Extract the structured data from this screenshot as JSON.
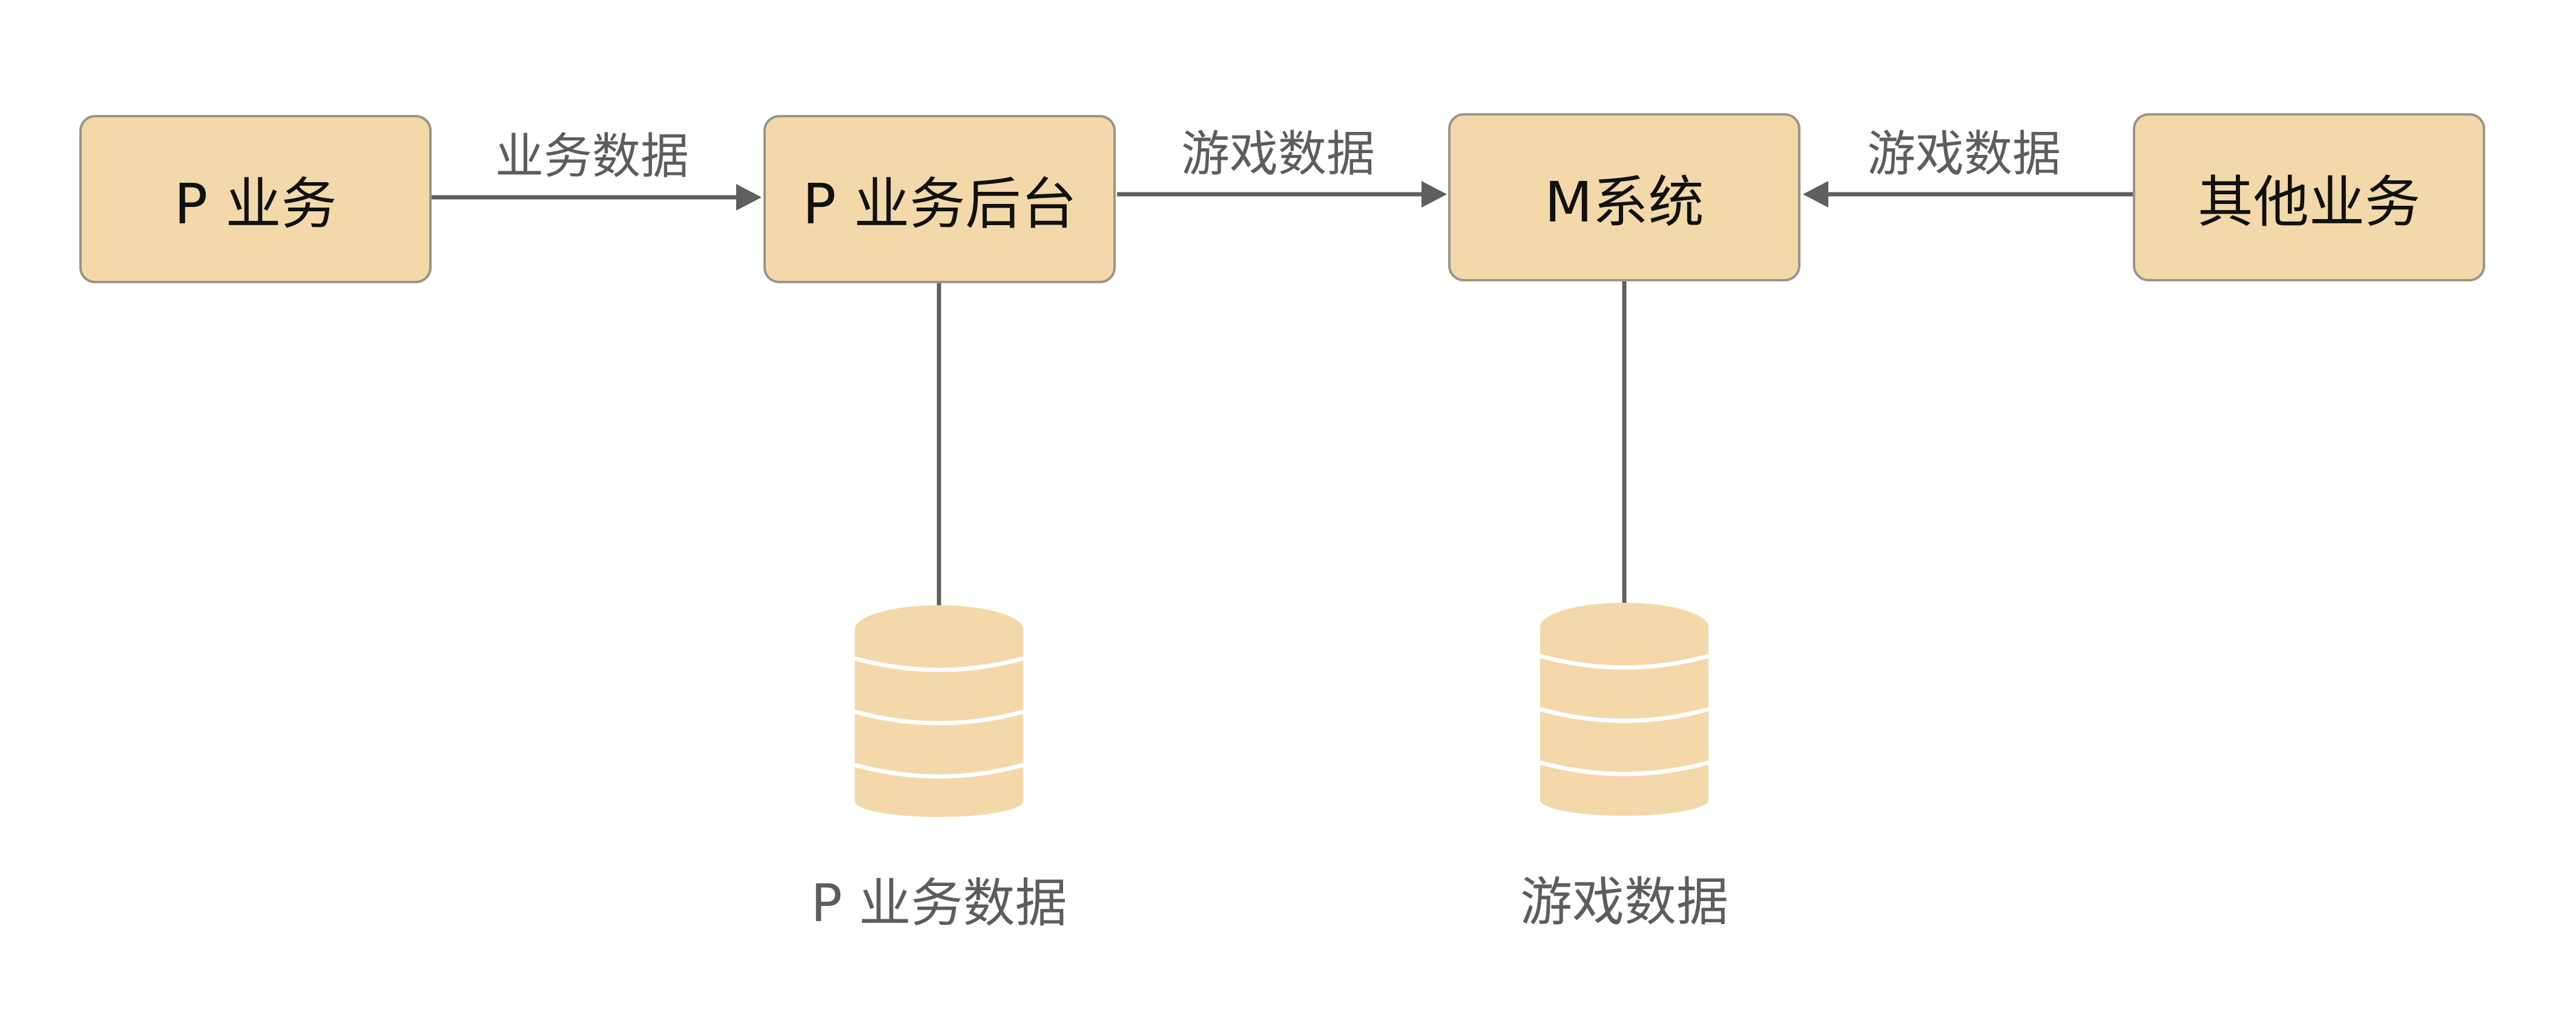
{
  "nodes": {
    "p_business": "P 业务",
    "p_backend": "P 业务后台",
    "m_system": "M系统",
    "other_business": "其他业务"
  },
  "edges": {
    "p_business_to_backend": "业务数据",
    "backend_to_m_system": "游戏数据",
    "other_to_m_system": "游戏数据"
  },
  "databases": {
    "p_business_db": "P 业务数据",
    "game_db": "游戏数据"
  },
  "colors": {
    "node_fill": "#f3d9a9",
    "node_border": "#9a948b",
    "line": "#5f5f5f",
    "label_text": "#5d5d5d",
    "node_text": "#111111",
    "db_fill": "#f3d9a9"
  }
}
